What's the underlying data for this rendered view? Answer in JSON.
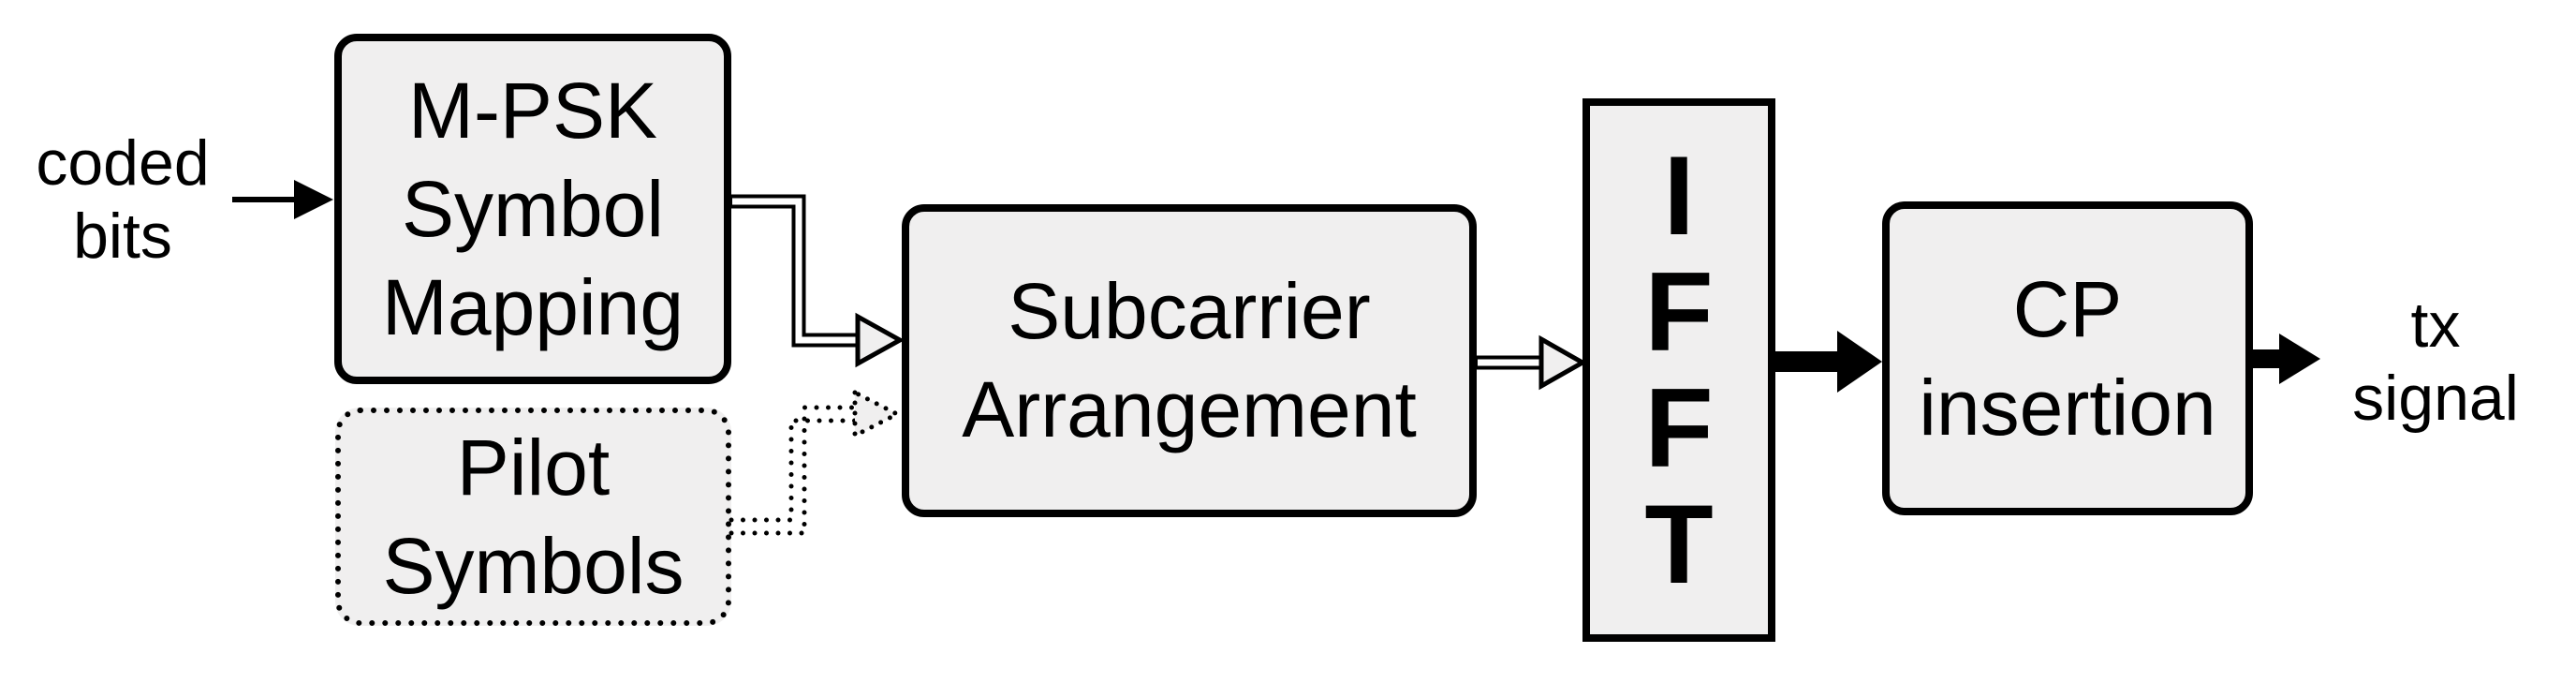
{
  "colors": {
    "background": "#ffffff",
    "box_fill": "#f0efef",
    "line": "#000000"
  },
  "labels": {
    "input": {
      "line1": "coded",
      "line2": "bits"
    },
    "output": {
      "line1": "tx",
      "line2": "signal"
    }
  },
  "blocks": {
    "mpsk": {
      "line1": "M-PSK",
      "line2": "Symbol",
      "line3": "Mapping"
    },
    "pilot": {
      "line1": "Pilot",
      "line2": "Symbols"
    },
    "subcarrier": {
      "line1": "Subcarrier",
      "line2": "Arrangement"
    },
    "ifft": {
      "line1": "I",
      "line2": "F",
      "line3": "F",
      "line4": "T"
    },
    "cp": {
      "line1": "CP",
      "line2": "insertion"
    }
  }
}
